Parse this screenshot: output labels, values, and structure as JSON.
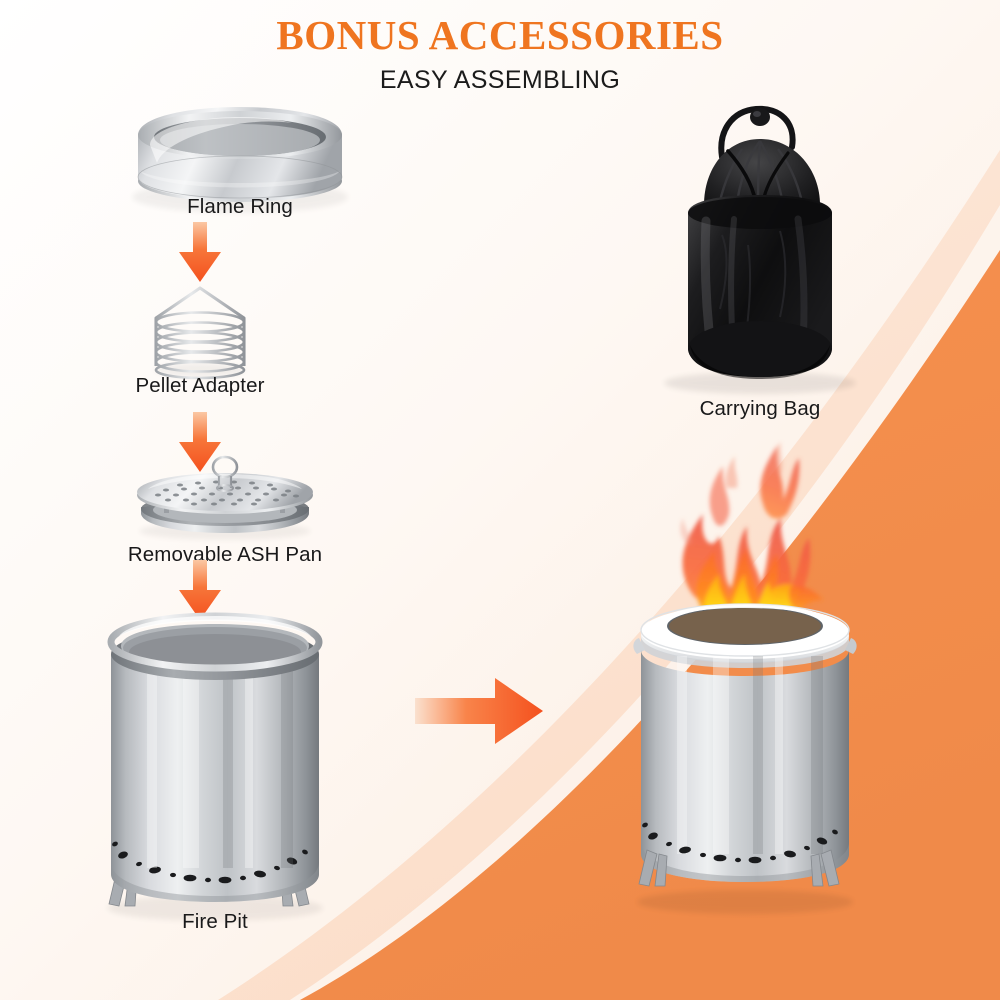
{
  "header": {
    "title": "BONUS ACCESSORIES",
    "subtitle": "EASY ASSEMBLING",
    "title_color": "#ef7520",
    "subtitle_color": "#1b1b1b"
  },
  "theme": {
    "background_cream": "#fdf6f0",
    "background_white": "#ffffff",
    "accent_orange": "#f0762a",
    "accent_orange_light": "#f8a56b",
    "swoosh_pale": "#fbe3d2",
    "steel_light": "#e8eaec",
    "steel_mid": "#b9bdc1",
    "steel_dark": "#7d8186",
    "bag_black": "#141414",
    "flame_yellow": "#ffd400",
    "flame_orange": "#ff7a18",
    "flame_red": "#f2553d",
    "label_text": "#19191a"
  },
  "exploded_parts": [
    {
      "id": "flame-ring",
      "label": "Flame Ring",
      "order": 1,
      "icon": "steel-ring"
    },
    {
      "id": "pellet-adapter",
      "label": "Pellet Adapter",
      "order": 2,
      "icon": "wire-basket"
    },
    {
      "id": "ash-pan",
      "label": "Removable ASH Pan",
      "order": 3,
      "icon": "perforated-pan"
    },
    {
      "id": "fire-pit",
      "label": "Fire Pit",
      "order": 4,
      "icon": "steel-cylinder"
    }
  ],
  "accessories": [
    {
      "id": "carrying-bag",
      "label": "Carrying Bag",
      "icon": "drawstring-bag"
    }
  ],
  "assembled": {
    "id": "assembled-fire-pit",
    "label": "",
    "icon": "fire-pit-burning",
    "state": "lit"
  },
  "arrows": {
    "down_count": 3,
    "right_count": 1,
    "direction_down": "down",
    "direction_right": "right",
    "color_start": "#f9c39c",
    "color_end": "#f4511e"
  }
}
